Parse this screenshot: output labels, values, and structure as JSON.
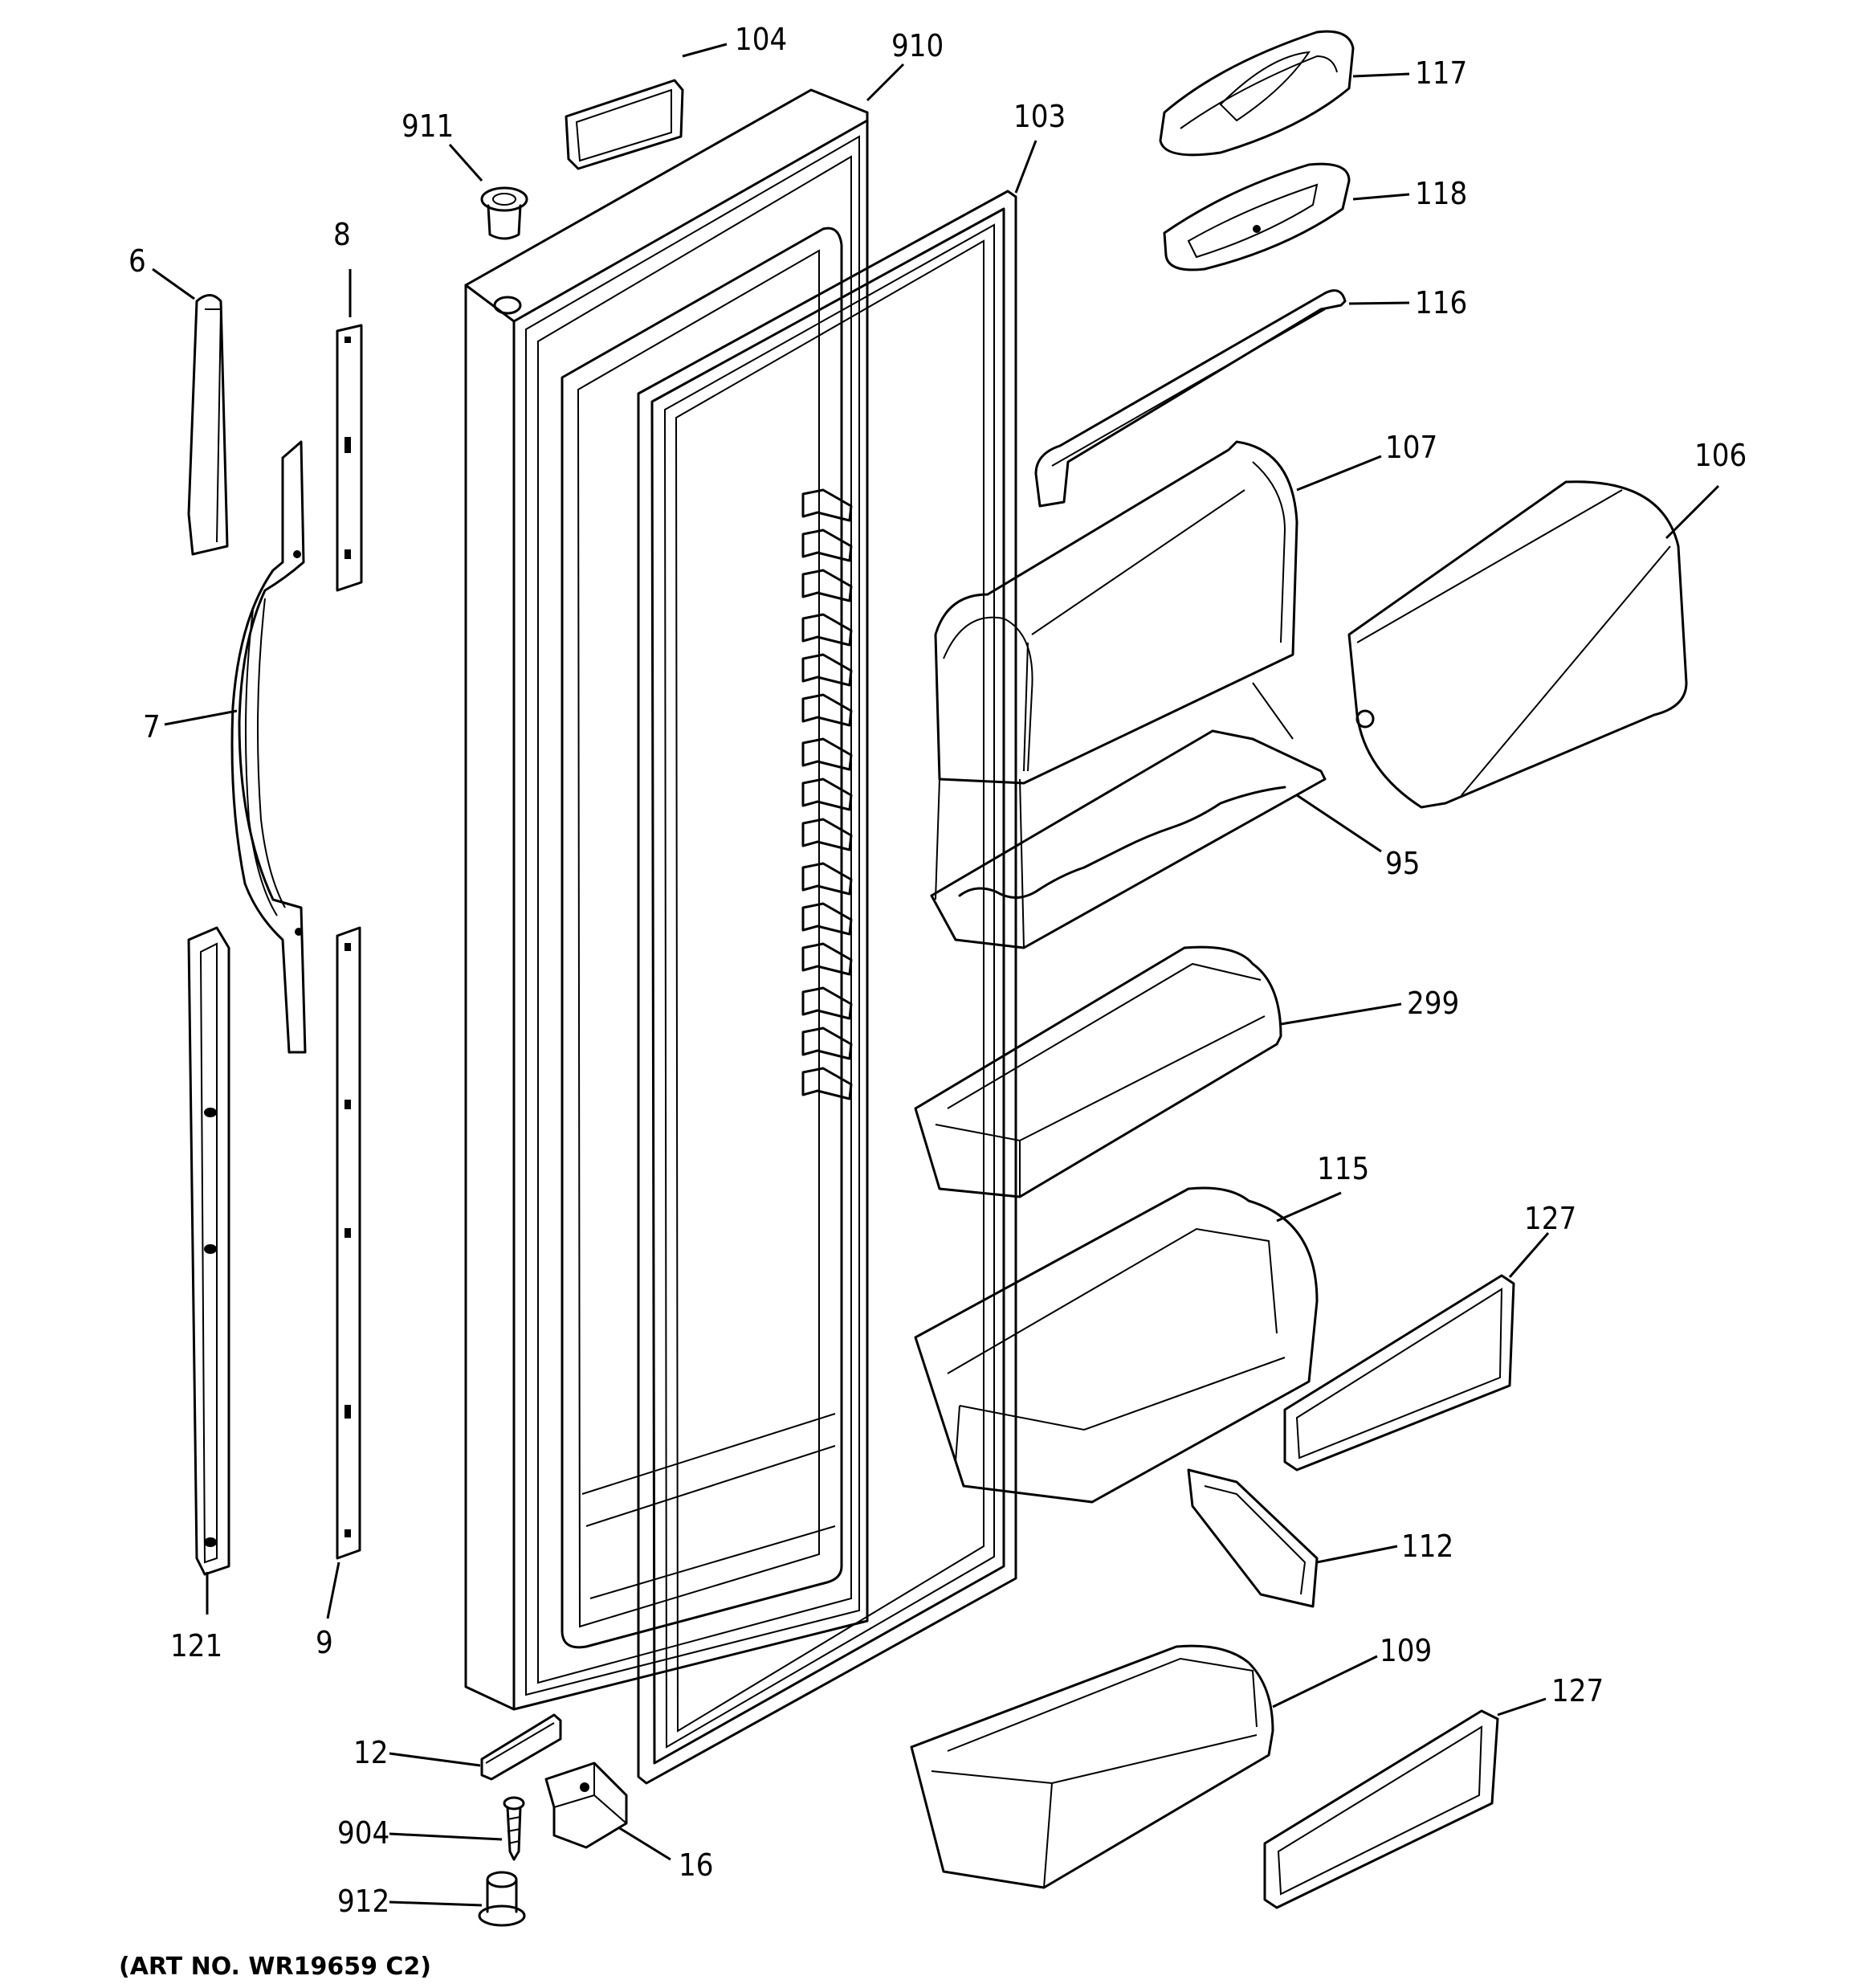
{
  "callouts": [
    {
      "id": "c104",
      "text": "104"
    },
    {
      "id": "c910",
      "text": "910"
    },
    {
      "id": "c911",
      "text": "911"
    },
    {
      "id": "c103",
      "text": "103"
    },
    {
      "id": "c117",
      "text": "117"
    },
    {
      "id": "c118",
      "text": "118"
    },
    {
      "id": "c116",
      "text": "116"
    },
    {
      "id": "c6",
      "text": "6"
    },
    {
      "id": "c8",
      "text": "8"
    },
    {
      "id": "c107",
      "text": "107"
    },
    {
      "id": "c106",
      "text": "106"
    },
    {
      "id": "c7",
      "text": "7"
    },
    {
      "id": "c95",
      "text": "95"
    },
    {
      "id": "c299",
      "text": "299"
    },
    {
      "id": "c115",
      "text": "115"
    },
    {
      "id": "c127a",
      "text": "127"
    },
    {
      "id": "c112",
      "text": "112"
    },
    {
      "id": "c121",
      "text": "121"
    },
    {
      "id": "c9",
      "text": "9"
    },
    {
      "id": "c109",
      "text": "109"
    },
    {
      "id": "c127b",
      "text": "127"
    },
    {
      "id": "c12",
      "text": "12"
    },
    {
      "id": "c904",
      "text": "904"
    },
    {
      "id": "c16",
      "text": "16"
    },
    {
      "id": "c912",
      "text": "912"
    }
  ],
  "art_number": "(ART NO. WR19659 C2)"
}
